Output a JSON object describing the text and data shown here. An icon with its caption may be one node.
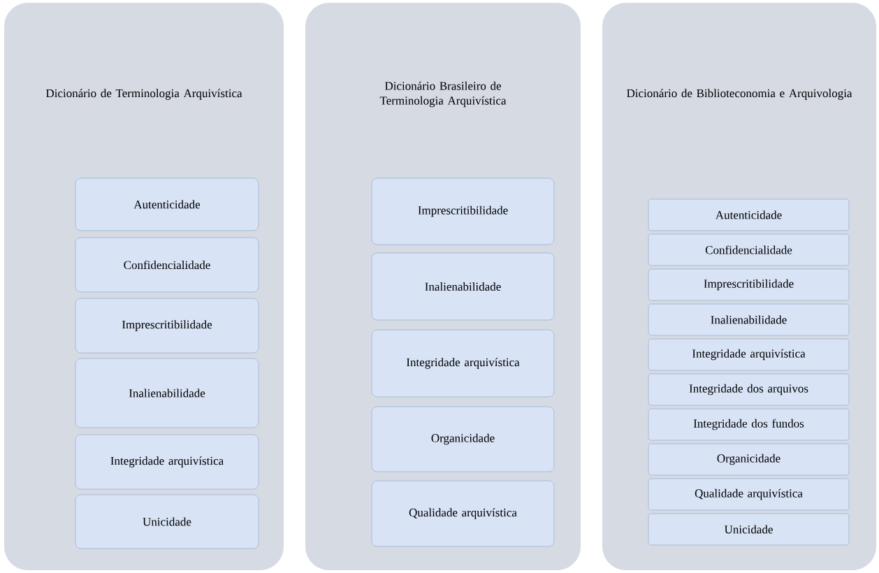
{
  "diagram": {
    "nodes": [
      {
        "text": [
          "Dicionário de Terminologia Arquivística"
        ]
      },
      {
        "text": [
          "Autenticidade"
        ],
        "in": 0
      },
      {
        "text": [
          "Confidencialidade"
        ],
        "in": 0
      },
      {
        "text": [
          "Imprescritibilidade"
        ],
        "in": 0
      },
      {
        "text": [
          "Inalienabilidade"
        ],
        "in": 0
      },
      {
        "text": [
          "Integridade arquivística"
        ],
        "in": 0
      },
      {
        "text": [
          "Unicidade"
        ],
        "in": 0
      },
      {
        "text": [
          "Dicionário Brasileiro de Terminologia Arquivística"
        ]
      },
      {
        "text": [
          "Imprescritibilidade"
        ],
        "in": 7
      },
      {
        "text": [
          "Inalienabilidade"
        ],
        "in": 7
      },
      {
        "text": [
          "Integridade arquivística"
        ],
        "in": 7
      },
      {
        "text": [
          "Organicidade"
        ],
        "in": 7
      },
      {
        "text": [
          "Qualidade arquivística"
        ],
        "in": 7
      },
      {
        "text": [
          "Dicionário de Biblioteconomia e Arquivologia"
        ]
      },
      {
        "text": [
          "Autenticidade"
        ],
        "in": 13
      },
      {
        "text": [
          "Confidencialidade"
        ],
        "in": 13
      },
      {
        "text": [
          "Imprescritibilidade"
        ],
        "in": 13
      },
      {
        "text": [
          "Inalienabilidade"
        ],
        "in": 13
      },
      {
        "text": [
          "Integridade arquivística"
        ],
        "in": 13
      },
      {
        "text": [
          "Integridade dos arquivos"
        ],
        "in": 13
      },
      {
        "text": [
          "Integridade dos fundos"
        ],
        "in": 13
      },
      {
        "text": [
          "Organicidade"
        ],
        "in": 13
      },
      {
        "text": [
          "Qualidade arquivística"
        ],
        "in": 13
      },
      {
        "text": [
          "Unicidade"
        ],
        "in": 13
      }
    ]
  }
}
